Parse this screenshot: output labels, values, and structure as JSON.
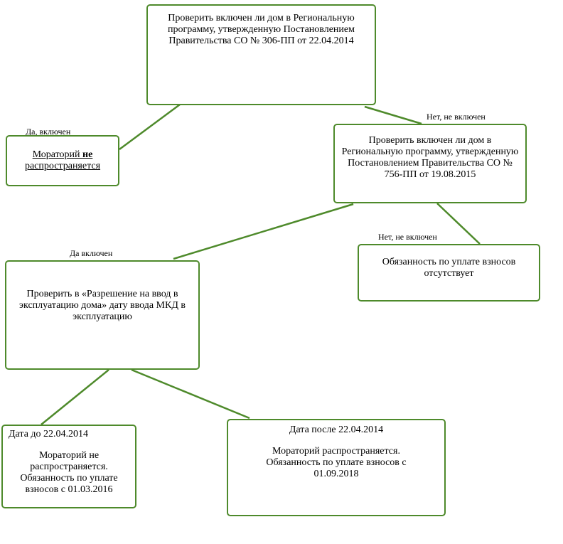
{
  "boxes": {
    "root": {
      "text": "Проверить включен ли дом в Региональную программу, утвержденную Постановлением Правительства СО № 306-ПП от 22.04.2014"
    },
    "moratorium_not_applies": {
      "prefix": "Мораторий ",
      "bold": "не",
      "suffix": " распространяется"
    },
    "second_check": {
      "text": "Проверить включен ли дом в Региональную программу, утвержденную Постановлением Правительства СО № 756-ПП от 19.08.2015"
    },
    "no_obligation": {
      "text": "Обязанность по уплате взносов отсутствует"
    },
    "permit_check": {
      "text": "Проверить в «Разрешение на ввод в эксплуатацию дома» дату ввода МКД в эксплуатацию"
    },
    "before_date": {
      "heading": "Дата до 22.04.2014",
      "text": "Мораторий не распространяется. Обязанность по уплате взносов с 01.03.2016"
    },
    "after_date": {
      "heading": "Дата после 22.04.2014",
      "text": "Мораторий распространяется. Обязанность по уплате взносов с 01.09.2018"
    }
  },
  "labels": {
    "yes_included": "Да, включен",
    "no_not_included_1": "Нет, не включен",
    "no_not_included_2": "Нет, не включен",
    "yes_included_2": "Да включен"
  },
  "colors": {
    "border": "#4e8a2b",
    "connector": "#4e8a2b"
  }
}
